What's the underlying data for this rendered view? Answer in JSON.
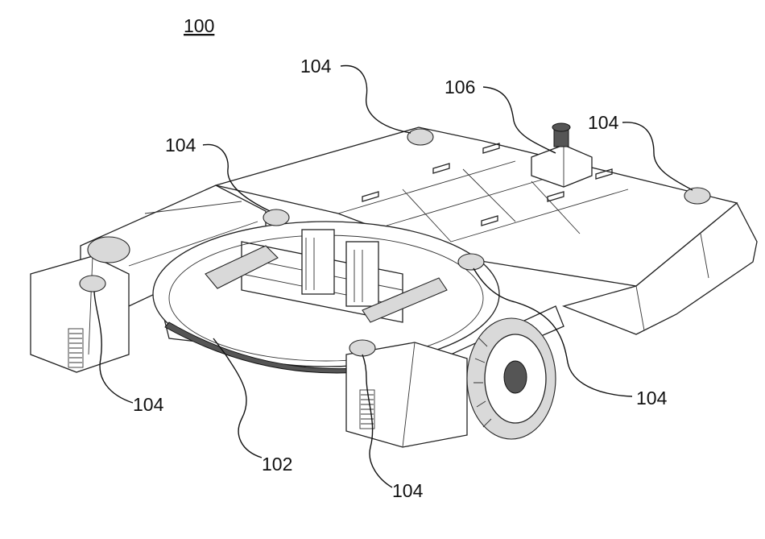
{
  "figure": {
    "title": "100",
    "labels": {
      "sensor_top": "104",
      "sensor_top_right": "104",
      "sensor_left_upper": "104",
      "sensor_left_lower": "104",
      "sensor_right_lower": "104",
      "sensor_bottom": "104",
      "controller": "106",
      "turntable": "102"
    }
  }
}
